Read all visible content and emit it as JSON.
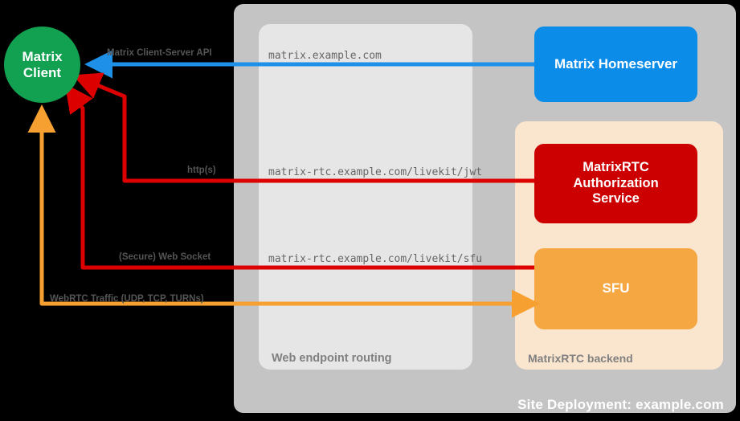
{
  "diagram": {
    "title": "Site Deployment: example.com"
  },
  "containers": {
    "site": {
      "label": "Site Deployment: example.com",
      "color": "#c4c4c4"
    },
    "routing": {
      "label": "Web endpoint routing",
      "color": "#e6e6e6"
    },
    "backend": {
      "label": "MatrixRTC backend",
      "color": "#fae5cf"
    }
  },
  "nodes": {
    "client": {
      "line1": "Matrix",
      "line2": "Client",
      "color": "#12a150"
    },
    "homeserver": {
      "label": "Matrix Homeserver",
      "color": "#0c8ce9"
    },
    "auth": {
      "line1": "MatrixRTC",
      "line2": "Authorization",
      "line3": "Service",
      "color": "#cc0000"
    },
    "sfu": {
      "label": "SFU",
      "color": "#f5a742"
    }
  },
  "edges": [
    {
      "protocol": "Matrix Client-Server API",
      "endpoint": "matrix.example.com",
      "color": "#1e90e8"
    },
    {
      "protocol": "http(s)",
      "endpoint": "matrix-rtc.example.com/livekit/jwt",
      "color": "#dd0000"
    },
    {
      "protocol": "(Secure) Web Socket",
      "endpoint": "matrix-rtc.example.com/livekit/sfu",
      "color": "#dd0000"
    },
    {
      "protocol": "WebRTC Traffic (UDP, TCP, TURNs)",
      "endpoint": "",
      "color": "#f5a030"
    }
  ]
}
